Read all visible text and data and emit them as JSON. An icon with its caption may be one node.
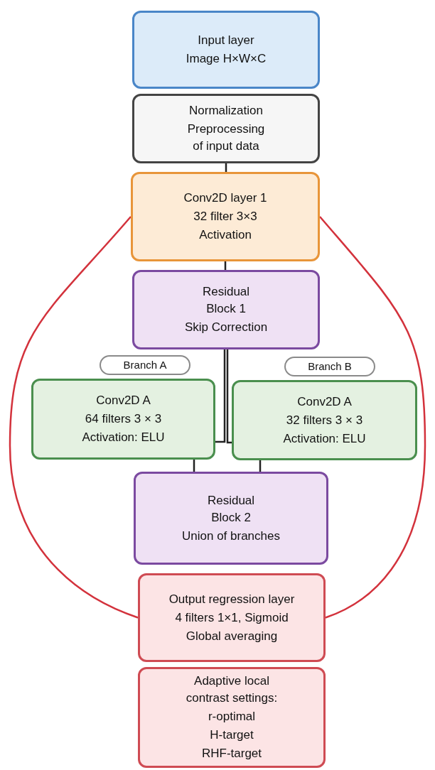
{
  "diagram": {
    "nodes": [
      {
        "text": [
          "Input layer",
          "Image H×W×C"
        ]
      },
      {
        "text": [
          "Normalization",
          "Preprocessing of input data"
        ]
      },
      {
        "text": [
          "Conv2D layer 1",
          "32 filter 3×3",
          "Activation"
        ]
      },
      {
        "text": [
          "Residual Block 1",
          "Skip Correction"
        ]
      },
      {
        "text": [
          "Branch A"
        ]
      },
      {
        "text": [
          "Conv2D A",
          "64 filters 3 × 3",
          "Activation: ELU"
        ]
      },
      {
        "text": [
          "Branch B"
        ]
      },
      {
        "text": [
          "Conv2D A",
          "32 filters 3 × 3",
          "Activation: ELU"
        ]
      },
      {
        "text": [
          "Residual Block 2",
          "Union of branches"
        ]
      },
      {
        "text": [
          "Output regression layer",
          "4 filters 1×1, Sigmoid",
          "Global averaging"
        ]
      },
      {
        "text": [
          "Adaptive local contrast settings:",
          "r-optimal",
          "H-target",
          "RHF-target"
        ]
      }
    ],
    "edges": [
      {
        "from": 1,
        "to": 2,
        "arrow": "none"
      },
      {
        "from": 2,
        "to": 3,
        "arrow": "none"
      },
      {
        "from": 3,
        "to": 5,
        "arrow": "none"
      },
      {
        "from": 3,
        "to": 7,
        "arrow": "none"
      },
      {
        "from": 5,
        "to": 8,
        "arrow": "none"
      },
      {
        "from": 7,
        "to": 8,
        "arrow": "none"
      },
      {
        "from": 2,
        "to": 9,
        "arrow": "none",
        "color": "#d3323c"
      },
      {
        "from": 2,
        "to": 9,
        "arrow": "none",
        "color": "#d3323c"
      }
    ]
  }
}
